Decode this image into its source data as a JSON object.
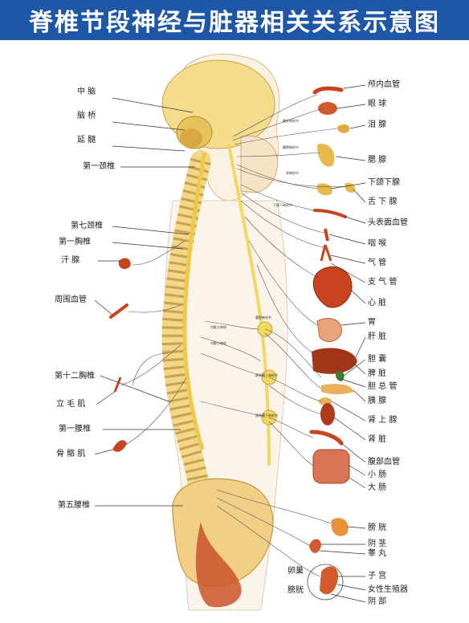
{
  "title": "脊椎节段神经与脏器相关关系示意图",
  "colors": {
    "title_bg": "#1f57a8",
    "brain": "#f3dd8c",
    "cord": "#f0c84a",
    "bone": "#f2d68a",
    "organ": "#c8431e",
    "nerve": "#444444"
  },
  "left_labels": {
    "zhongnao": "中  脑",
    "naoqiao": "脑  桥",
    "yansui": "延  髓",
    "c1": "第一颈椎",
    "c7": "第七颈椎",
    "t1": "第一胸椎",
    "hanxian": "汗  腺",
    "zhouwei": "周围血管",
    "t12": "第十二胸椎",
    "limao": "立 毛 肌",
    "l1": "第一腰椎",
    "gugeji": "骨 骼 肌",
    "l5": "第五腰椎"
  },
  "right_labels": {
    "lunei": "颅内血管",
    "yanqiu": "眼    球",
    "leixian": "泪    腺",
    "sai": "腮    腺",
    "hexia": "下颌下腺",
    "shexia": "舌 下 腺",
    "toubiao": "头表面血管",
    "yanhou": "咽    喉",
    "qiguan": "气    管",
    "zhiqiguan": "支 气 管",
    "xinzang": "心    脏",
    "wei": "胃",
    "ganzang": "肝    脏",
    "dannang": "胆    囊",
    "pizang": "脾    脏",
    "danzongguan": "胆 总 管",
    "yixian": "胰    腺",
    "shenshang": "肾 上 腺",
    "shenzang": "肾    脏",
    "fubu": "腹部血管",
    "xiaochang": "小    肠",
    "dachang": "大    肠",
    "pangguang": "膀    胱",
    "yinjing": "阴    茎",
    "gaowan": "睾    丸",
    "luanchao": "卵巢",
    "pangguang2": "膀胱",
    "zigong": "子    宫",
    "nvxing": "女性生殖器",
    "yinbu": "阴    部"
  },
  "small_labels": {
    "g1": "睫状神经节",
    "g2": "翼腭神经节",
    "g3": "耳神经节",
    "g4": "下颌下神经节",
    "g5": "腹腔神经节",
    "g6": "内脏大神经",
    "g7": "内脏小神经",
    "g8": "肠系膜上神经节",
    "g9": "肠系膜下神经节"
  }
}
